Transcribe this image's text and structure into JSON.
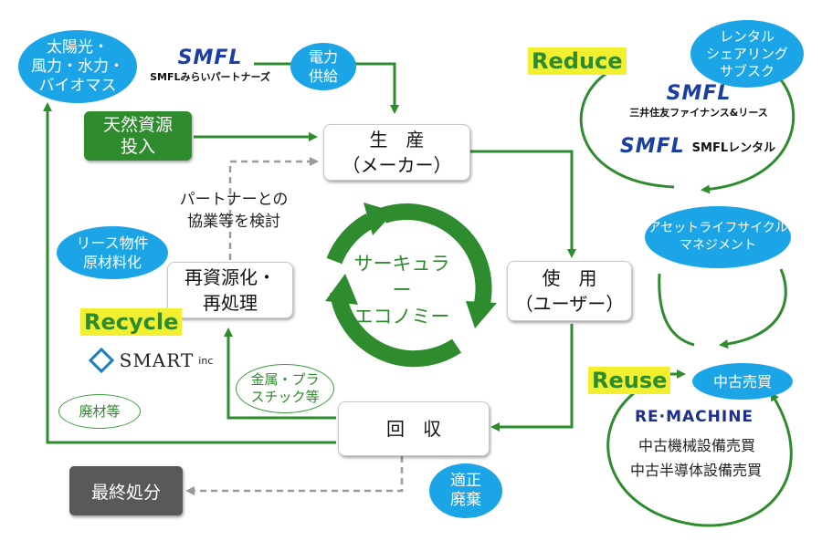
{
  "nodes": {
    "energy_sources": "太陽光・\n風力・水力・\nバイオマス",
    "power_supply": "電力\n供給",
    "natural_resources": "天然資源\n投入",
    "production": "生　産\n（メーカー）",
    "partner_collab": "パートナーとの\n協業等を検討",
    "lease_material": "リース物件\n原材料化",
    "recycling": "再資源化・\n再処理",
    "circular_economy": "サーキュラー\nエコノミー",
    "usage": "使　用\n（ユーザー）",
    "metal_plastic": "金属・プラ\nスチック等",
    "waste_material": "廃材等",
    "collection": "回　収",
    "final_disposal": "最終処分",
    "proper_disposal": "適正\n廃棄",
    "rental_sharing": "レンタル\nシェアリング\nサブスク",
    "asset_lifecycle": "アセットライフサイクル\nマネジメント",
    "used_trading": "中古売買",
    "used_machinery": "中古機械設備売買",
    "used_semiconductor": "中古半導体設備売買"
  },
  "labels": {
    "reduce": "Reduce",
    "recycle": "Recycle",
    "reuse": "Reuse"
  },
  "logos": {
    "smfl": "SMFL",
    "smfl_mirai": "SMFLみらいパートナーズ",
    "smfl_finance": "三井住友ファイナンス&リース",
    "smfl_rental": "SMFLレンタル",
    "smart": "SMART",
    "smart_inc": "inc",
    "remachine": "RE·MACHINE"
  },
  "colors": {
    "green": "#2e8b2e",
    "blue": "#1ca5e6",
    "yellow": "#f2ef2e",
    "gray": "#595959"
  }
}
